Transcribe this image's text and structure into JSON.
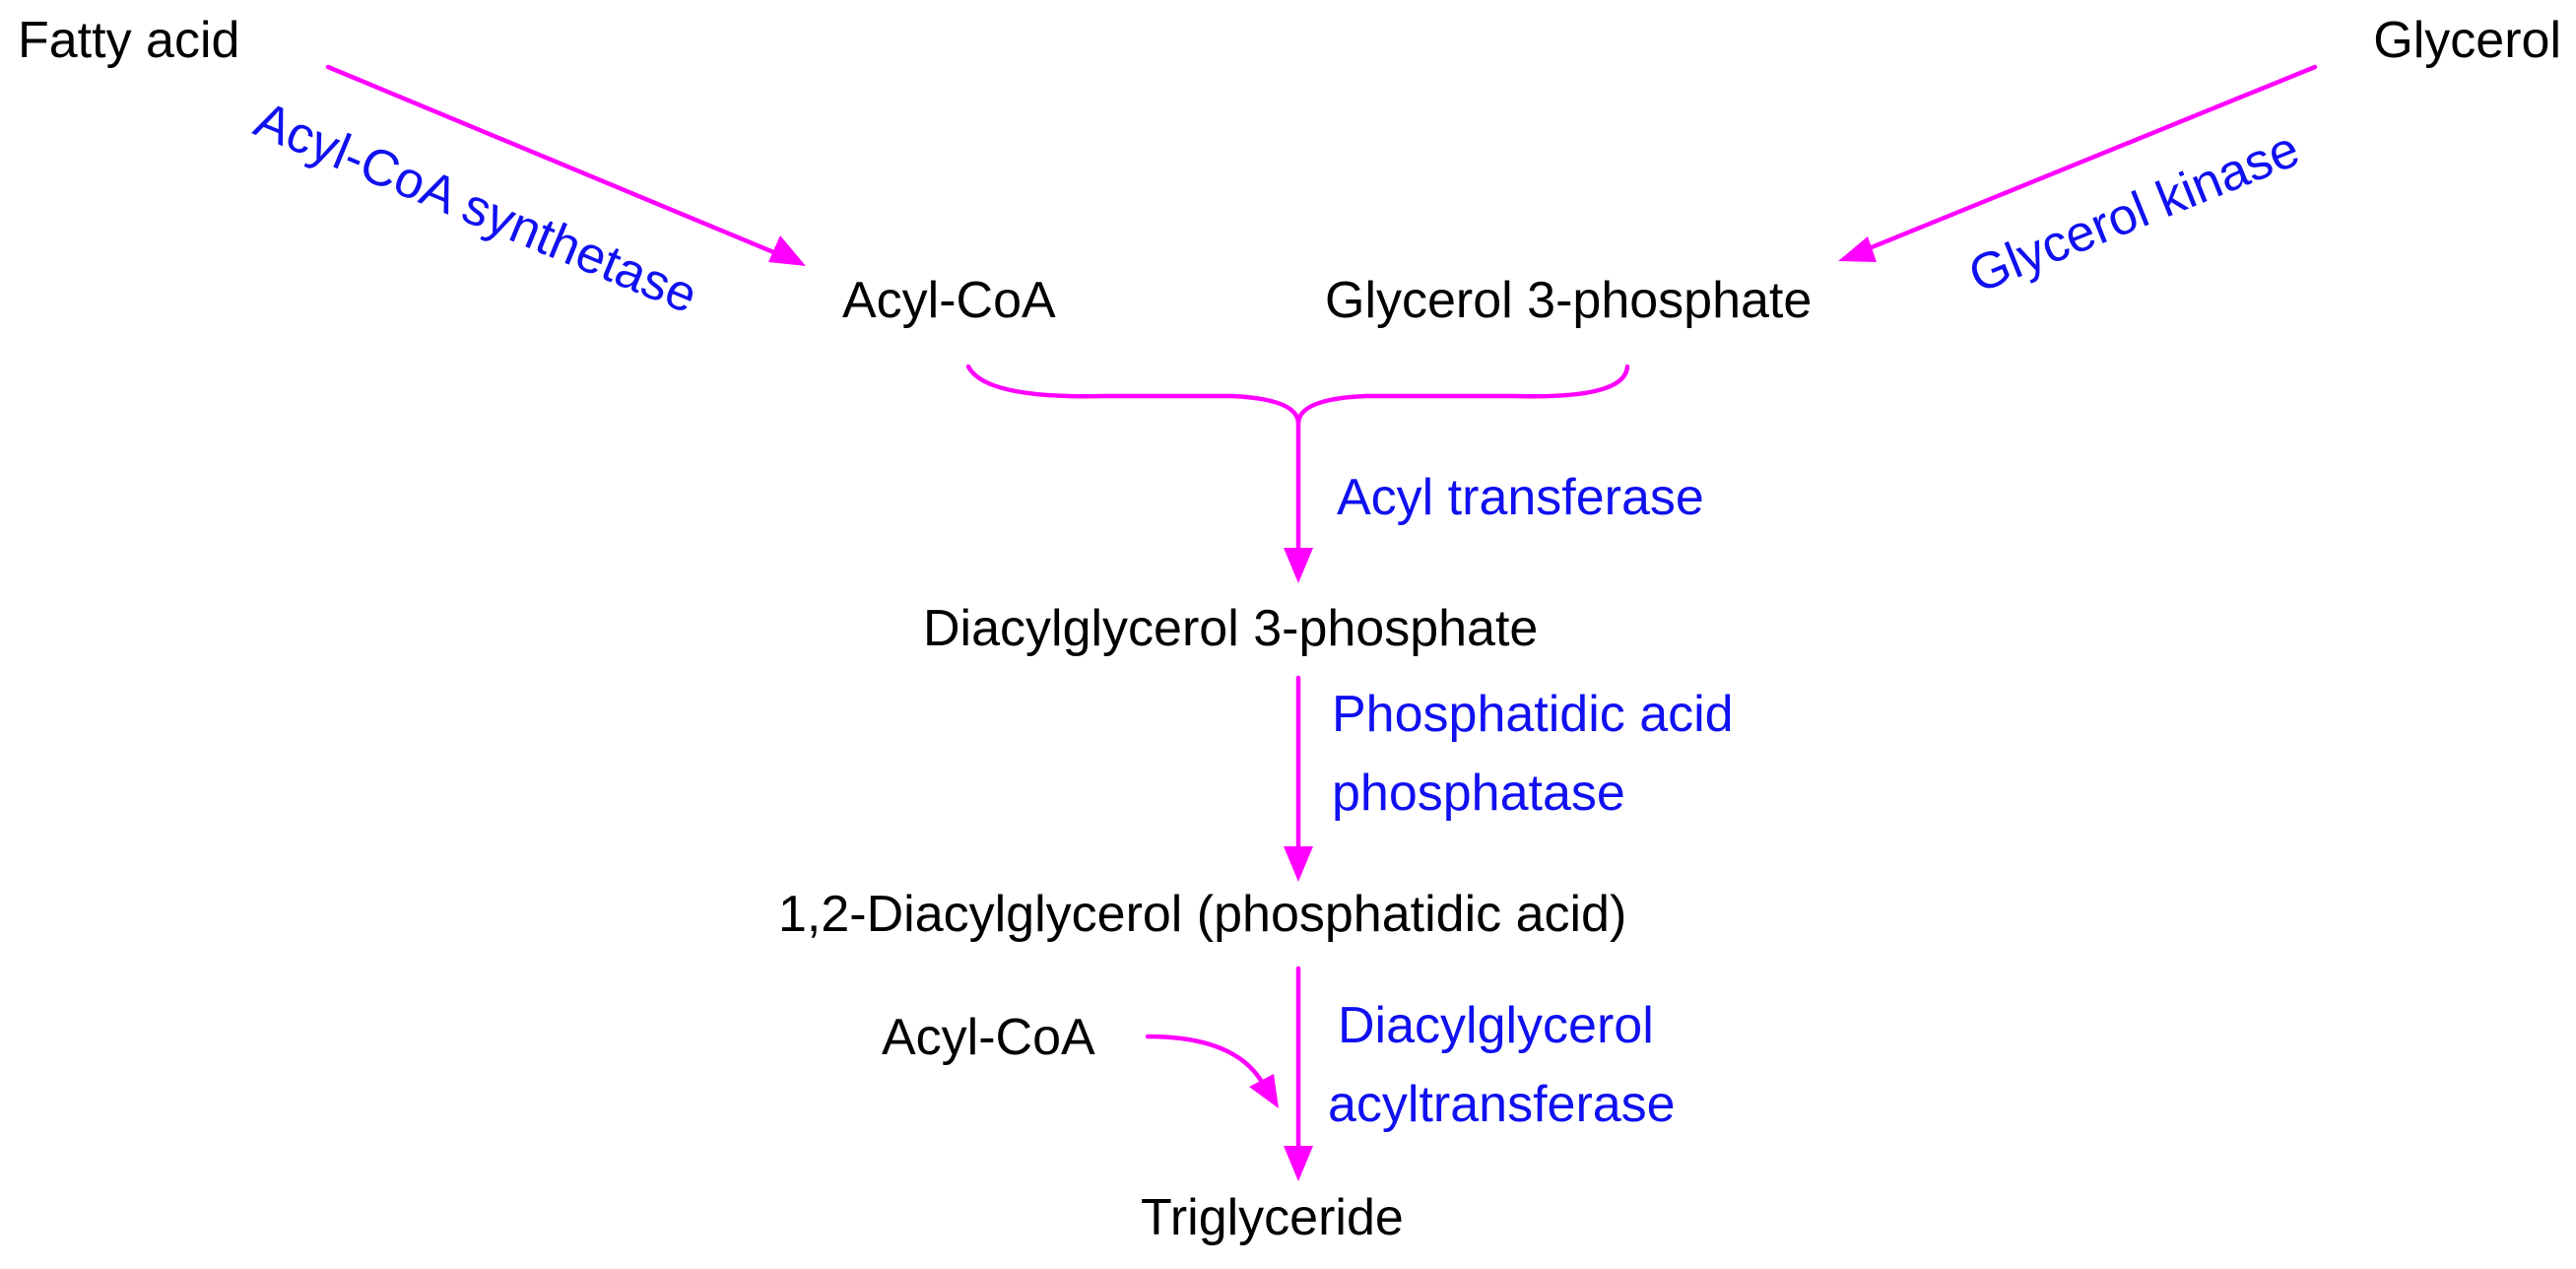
{
  "colors": {
    "arrow": "#ff00ff",
    "enzyme_text": "#1010f0",
    "node_text": "#000000"
  },
  "nodes": {
    "fatty_acid": "Fatty acid",
    "glycerol": "Glycerol",
    "acyl_coa_top": "Acyl-CoA",
    "glycerol_3_phosphate": "Glycerol 3-phosphate",
    "diacylglycerol_3_phosphate": "Diacylglycerol 3-phosphate",
    "diacylglycerol_12": "1,2-Diacylglycerol (phosphatidic acid)",
    "acyl_coa_bottom": "Acyl-CoA",
    "triglyceride": "Triglyceride"
  },
  "enzymes": {
    "acyl_coa_synthetase": "Acyl-CoA synthetase",
    "glycerol_kinase": "Glycerol kinase",
    "acyl_transferase": "Acyl transferase",
    "phosphatidic_acid_phosphatase": [
      "Phosphatidic acid",
      "phosphatase"
    ],
    "diacylglycerol_acyltransferase": [
      "Diacylglycerol",
      "acyltransferase"
    ]
  }
}
